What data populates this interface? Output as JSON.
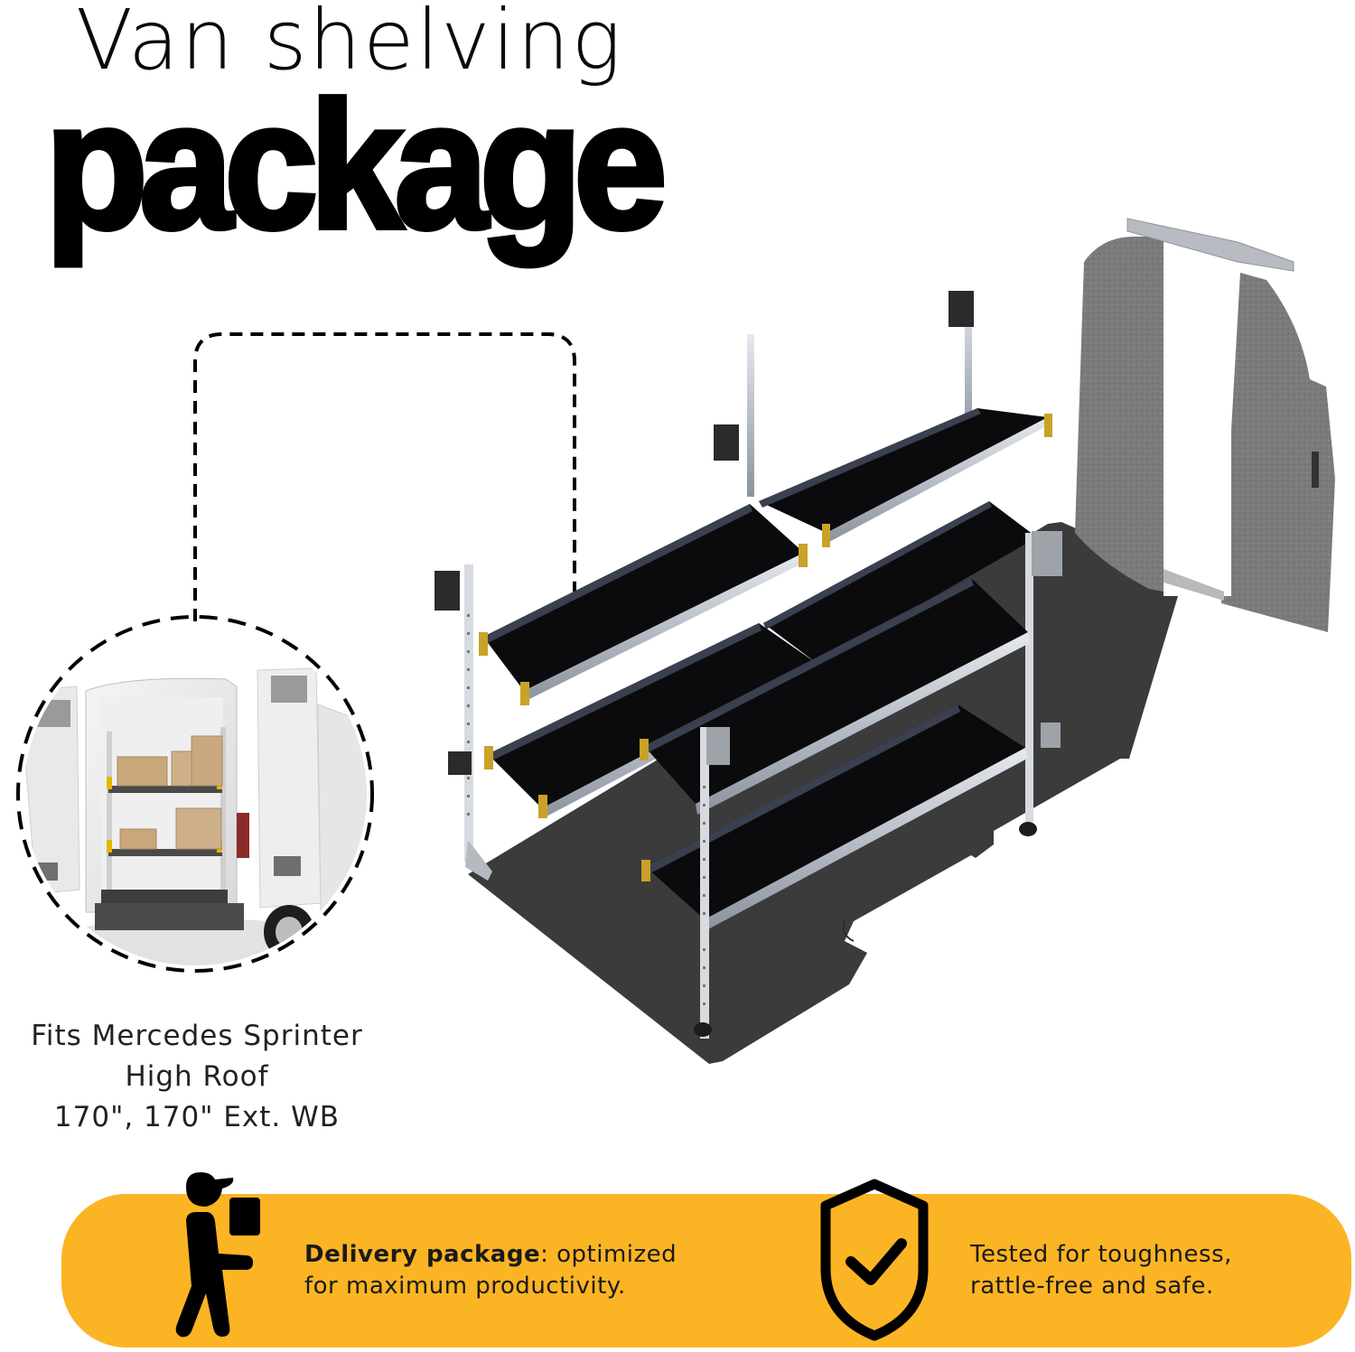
{
  "header": {
    "title_line1": "Van shelving",
    "title_line2": "package"
  },
  "inset": {
    "image_alt": "Mercedes Sprinter van rear view with shelving and boxes",
    "caption_lines": [
      "Fits Mercedes Sprinter",
      "High Roof",
      "170\", 170\" Ext. WB"
    ]
  },
  "product_render": {
    "alt": "Van shelving units installed on floor with partition wall"
  },
  "banner": {
    "background_color": "#FBB424",
    "features": [
      {
        "icon": "delivery-person-icon",
        "bold": "Delivery package",
        "rest_line1": ": optimized",
        "line2": "for maximum productivity."
      },
      {
        "icon": "shield-check-icon",
        "line1": "Tested for toughness,",
        "line2": "rattle-free and safe."
      }
    ]
  },
  "colors": {
    "floor": "#3a3a3a",
    "shelf_deck": "#0b0b0d",
    "aluminum": "#c9ced6",
    "end_cap": "#c9a227",
    "partition": "#7b7b7b"
  }
}
